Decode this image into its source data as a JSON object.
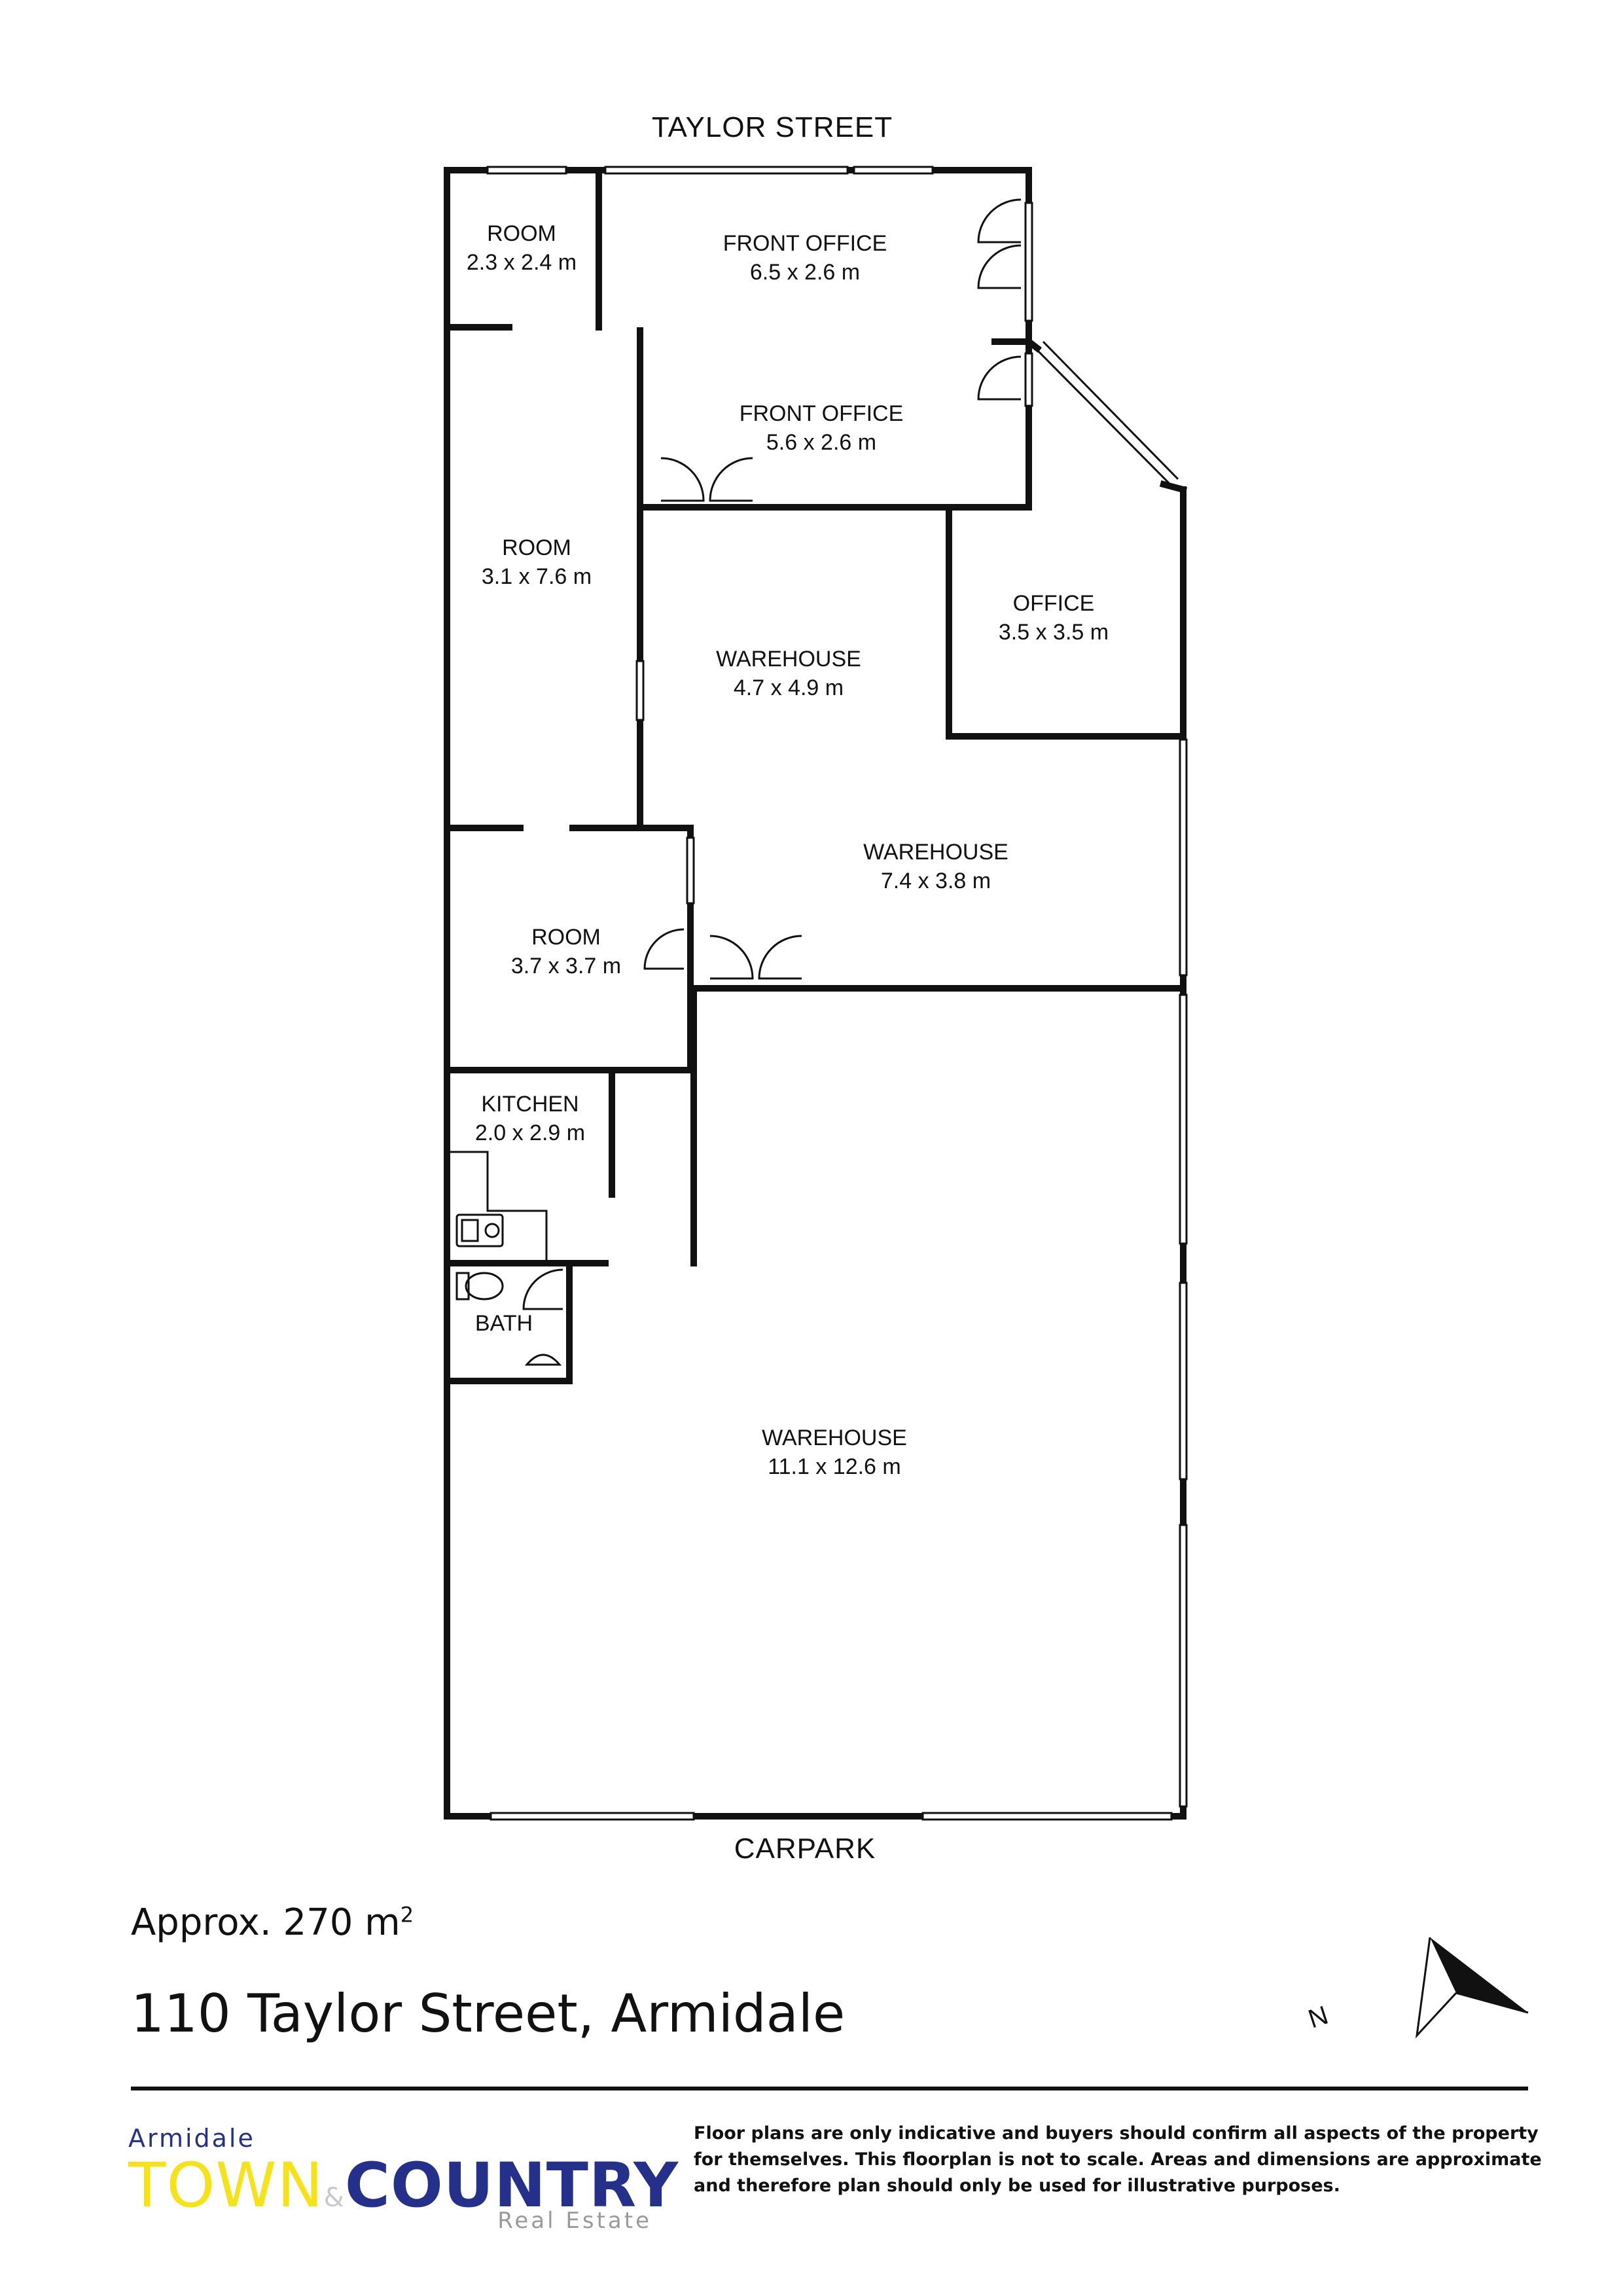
{
  "streets": {
    "top": "TAYLOR STREET",
    "bottom": "CARPARK"
  },
  "rooms": [
    {
      "name": "ROOM",
      "size": "2.3 x 2.4 m"
    },
    {
      "name": "FRONT OFFICE",
      "size": "6.5 x 2.6 m"
    },
    {
      "name": "FRONT OFFICE",
      "size": "5.6 x 2.6 m"
    },
    {
      "name": "ROOM",
      "size": "3.1 x 7.6 m"
    },
    {
      "name": "WAREHOUSE",
      "size": "4.7 x 4.9 m"
    },
    {
      "name": "OFFICE",
      "size": "3.5 x 3.5 m"
    },
    {
      "name": "WAREHOUSE",
      "size": "7.4 x 3.8 m"
    },
    {
      "name": "ROOM",
      "size": "3.7 x 3.7 m"
    },
    {
      "name": "KITCHEN",
      "size": "2.0 x 2.9 m"
    },
    {
      "name": "BATH",
      "size": ""
    },
    {
      "name": "WAREHOUSE",
      "size": "11.1 x 12.6 m"
    }
  ],
  "area": {
    "prefix": "Approx. 270 m",
    "unit_sup": "2"
  },
  "address": "110 Taylor Street, Armidale",
  "compass": {
    "label": "N"
  },
  "logo": {
    "top": "Armidale",
    "town": "TOWN",
    "amp": "&",
    "country": "COUNTRY",
    "subtitle": "Real Estate"
  },
  "colors": {
    "walls": "#111111",
    "brand_blue": "#24308a",
    "brand_yellow": "#f5e21a"
  },
  "disclaimer": "Floor plans are only indicative and buyers should confirm all aspects of the property for themselves. This floorplan is not to scale. Areas and dimensions are approximate and therefore plan should only be used for illustrative purposes."
}
